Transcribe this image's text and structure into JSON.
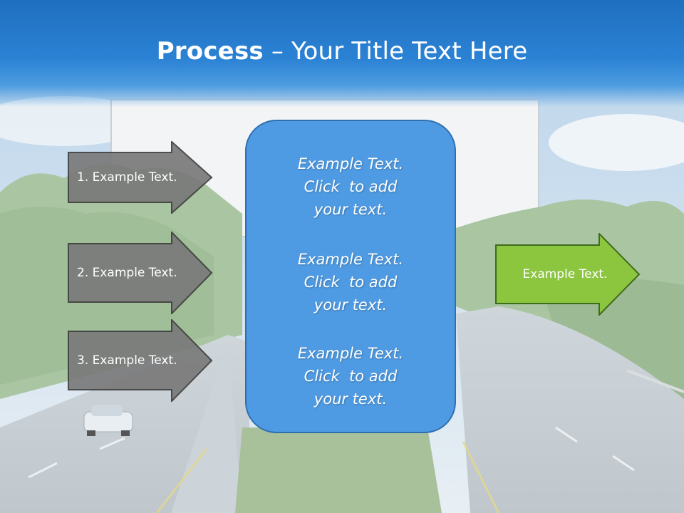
{
  "title": {
    "bold": "Process",
    "rest": " – Your Title Text Here"
  },
  "left_arrows": [
    {
      "label": "1. Example Text."
    },
    {
      "label": "2. Example Text."
    },
    {
      "label": "3. Example Text."
    }
  ],
  "center_box": {
    "blocks": [
      {
        "line1": "Example Text.",
        "line2": "Click  to add",
        "line3": "your text."
      },
      {
        "line1": "Example Text.",
        "line2": "Click  to add",
        "line3": "your text."
      },
      {
        "line1": "Example Text.",
        "line2": "Click  to add",
        "line3": "your text."
      }
    ]
  },
  "right_arrow": {
    "label": "Example Text."
  },
  "colors": {
    "title_bar": "#2b82d4",
    "left_arrow_fill": "#7a7a7a",
    "right_arrow_fill": "#8cc63f",
    "center_box": "#4f9be3"
  }
}
